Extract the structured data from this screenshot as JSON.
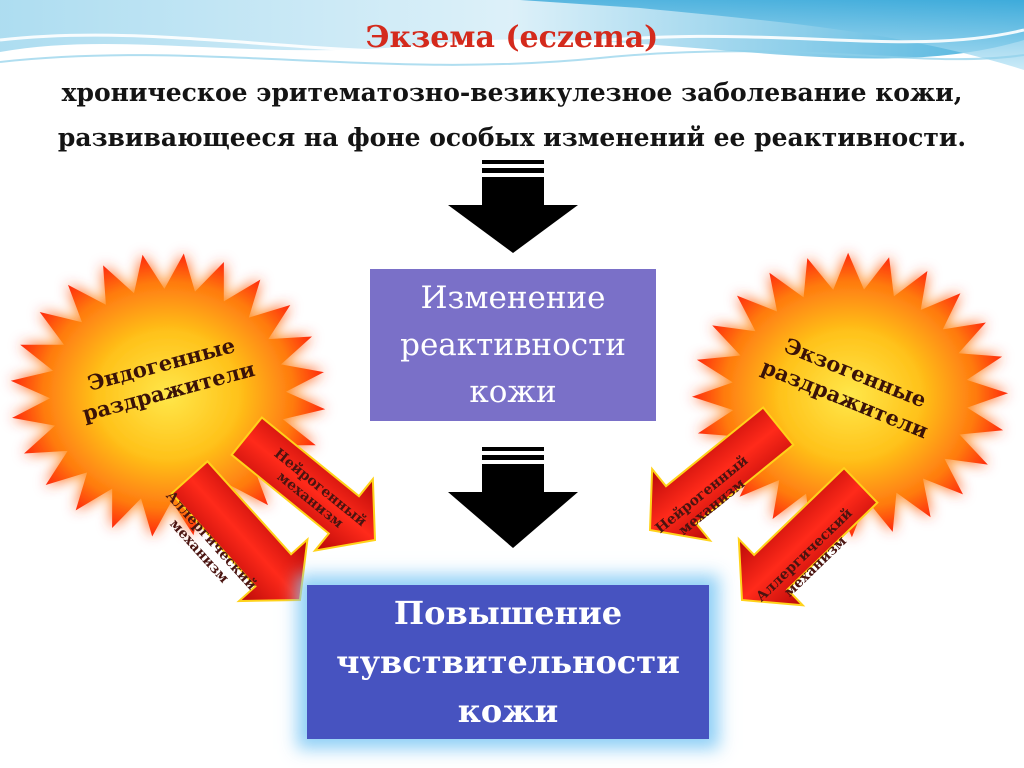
{
  "title": "Экзема (eczema)",
  "subtitle": {
    "line1": "хроническое эритематозно-везикулезное заболевание кожи,",
    "line2": "развивающееся на фоне особых изменений ее реактивности."
  },
  "center_box": {
    "line1": "Изменение",
    "line2": "реактивности",
    "line3": "кожи"
  },
  "result_box": {
    "line1": "Повышение",
    "line2": "чувствительности",
    "line3": "кожи"
  },
  "left_burst": {
    "line1": "Эндогенные",
    "line2": "раздражители"
  },
  "right_burst": {
    "line1": "Экзогенные",
    "line2": "раздражители"
  },
  "arrows": {
    "left_neuro": {
      "line1": "Нейрогенный",
      "line2": "механизм"
    },
    "left_allergic": {
      "line1": "Аллергический",
      "line2": "механизм"
    },
    "right_neuro": {
      "line1": "Нейрогенный",
      "line2": "механизм"
    },
    "right_allergic": {
      "line1": "Аллергический",
      "line2": "механизм"
    }
  },
  "colors": {
    "title": "#d42a1c",
    "center_box": "#7a70c8",
    "result_box": "#4753c0",
    "burst_core": "#ffd21a",
    "burst_edge": "#ff3a10",
    "arrow_fill": "#e01818"
  }
}
